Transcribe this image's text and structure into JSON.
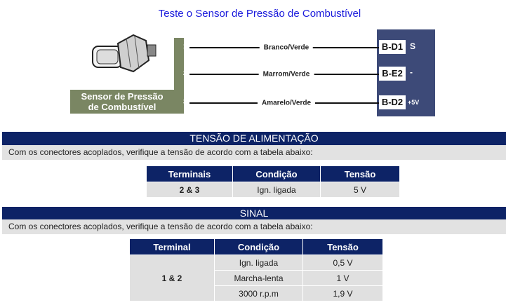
{
  "title": "Teste o Sensor de Pressão de Combustível",
  "diagram": {
    "sensor_label_line1": "Sensor de Pressão",
    "sensor_label_line2": "de Combustível",
    "pins": [
      {
        "num": "1",
        "wire": "Branco/Verde",
        "ecu_pin": "B-D1",
        "signal": "S"
      },
      {
        "num": "2",
        "wire": "Marrom/Verde",
        "ecu_pin": "B-E2",
        "signal": "-"
      },
      {
        "num": "3",
        "wire": "Amarelo/Verde",
        "ecu_pin": "B-D2",
        "signal": "+5V"
      }
    ]
  },
  "section1": {
    "header": "TENSÃO DE ALIMENTAÇÃO",
    "instruction": "Com os conectores acoplados, verifique a tensão de acordo com a tabela abaixo:",
    "columns": [
      "Terminais",
      "Condição",
      "Tensão"
    ],
    "rows": [
      [
        "2 & 3",
        "Ign. ligada",
        "5 V"
      ]
    ]
  },
  "section2": {
    "header": "SINAL",
    "instruction": "Com os conectores acoplados, verifique a tensão de acordo com a tabela abaixo:",
    "columns": [
      "Terminal",
      "Condição",
      "Tensão"
    ],
    "terminal": "1 & 2",
    "rows": [
      [
        "Ign. ligada",
        "0,5 V"
      ],
      [
        "Marcha-lenta",
        "1 V"
      ],
      [
        "3000 r.p.m",
        "1,9 V"
      ]
    ]
  }
}
